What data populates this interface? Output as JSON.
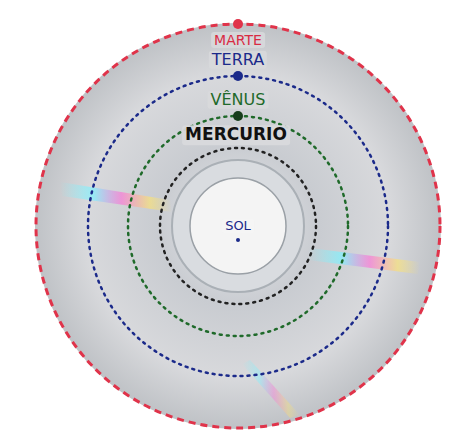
{
  "diagram": {
    "labels": [
      "MARTE",
      "TERRA",
      "VÊNUS",
      "MERCURIO",
      "SOL"
    ]
  }
}
